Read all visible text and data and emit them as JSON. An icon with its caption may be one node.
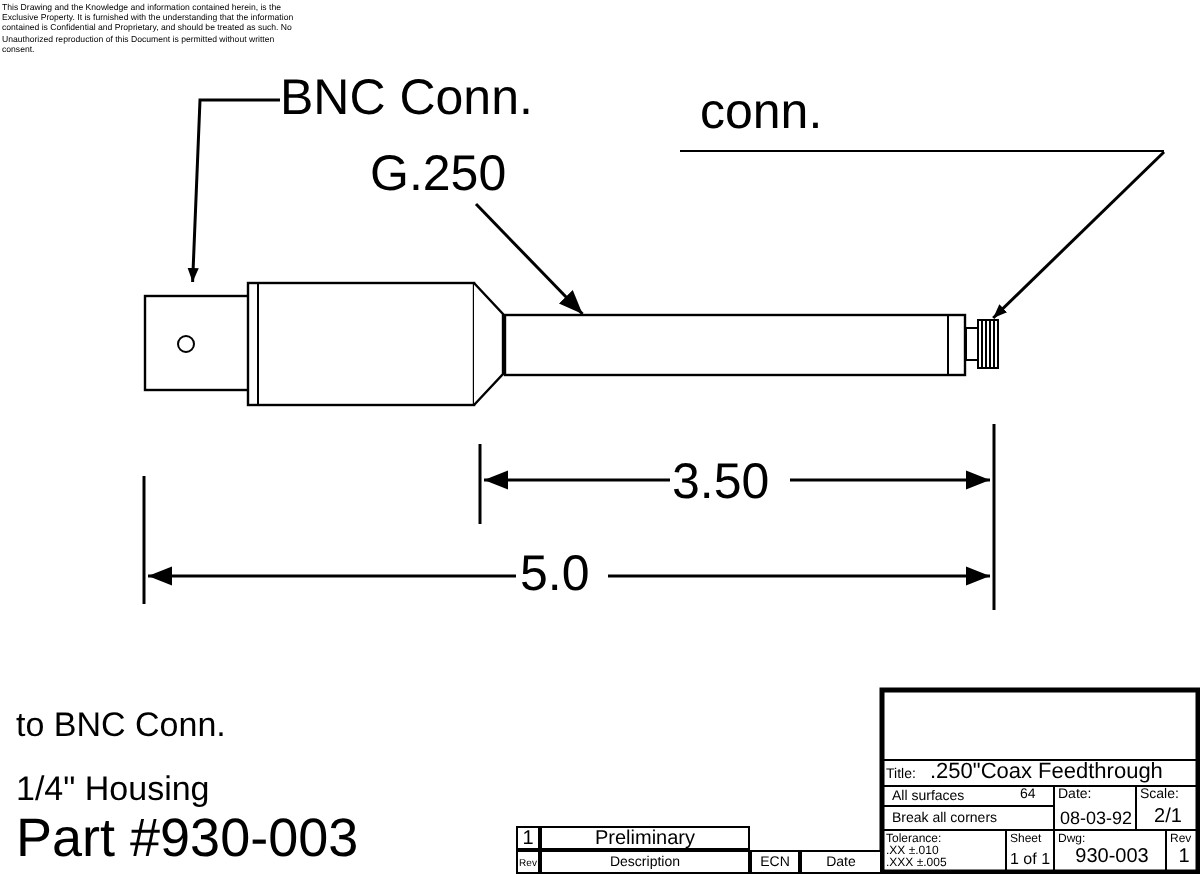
{
  "diagram": {
    "nodes": [
      {
        "text": [
          "BNC Conn."
        ]
      },
      {
        "text": [
          "G.250"
        ]
      },
      {
        "text": [
          "conn."
        ]
      },
      {
        "text": [],
        "shape": "picture"
      },
      {
        "text": [],
        "shape": "picture"
      },
      {
        "text": [],
        "shape": "picture"
      }
    ],
    "edges": [
      {
        "from": 0,
        "to": 3,
        "arrow": "to"
      },
      {
        "from": 1,
        "to": 4,
        "arrow": "to"
      },
      {
        "from": 2,
        "to": 5,
        "arrow": "to"
      }
    ],
    "labels": [
      "This Drawing and the Knowledge and information contained herein, is the Exclusive Property. It is furnished with the understanding that the information contained is Confidential and Proprietary, and should be treated as such. No Unauthorized reproduction of this Document is permitted without written consent.",
      "3.50",
      "5.0",
      "to BNC Conn.",
      "1/4\" Housing",
      "Part #930-003",
      "1",
      "Preliminary",
      "Rev",
      "Description",
      "ECN",
      "Date",
      "Title:",
      ".250\"Coax Feedthrough",
      "All surfaces",
      "64",
      "Date:",
      "Scale:",
      "Break all corners",
      "08-03-92",
      "2/1",
      "Tolerance:",
      ".XX ±.010",
      ".XXX ±.005",
      "Sheet",
      "1 of 1",
      "Dwg:",
      "930-003",
      "Rev",
      "1"
    ]
  }
}
